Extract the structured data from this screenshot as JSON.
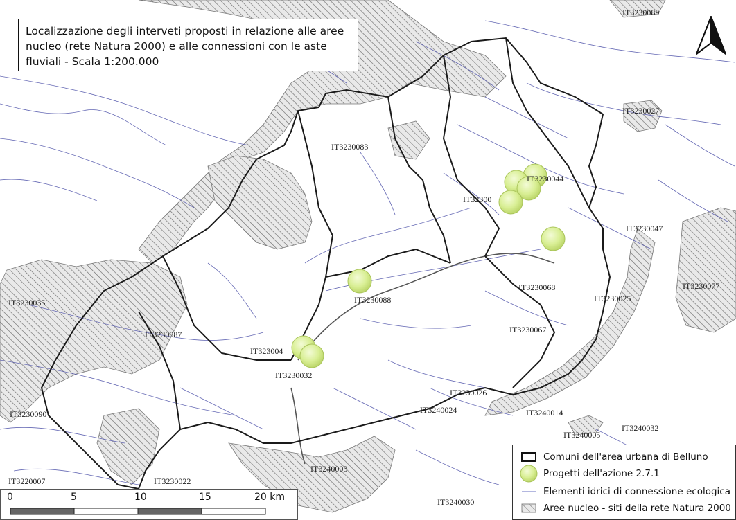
{
  "map": {
    "title": "Localizzazione degli interveti proposti in relazione alle aree nucleo (rete Natura 2000) e alle connessioni con le aste fluviali - Scala 1:200.000"
  },
  "site_labels": [
    "IT3230089",
    "IT3230027",
    "IT3230083",
    "IT3230044",
    "IT32300",
    "IT3230047",
    "IT3230077",
    "IT3230035",
    "IT3230088",
    "IT3230068",
    "IT3230025",
    "IT3230087",
    "IT3230067",
    "IT323004",
    "IT3230032",
    "IT3230026",
    "IT3240024",
    "IT3240014",
    "IT3230090",
    "IT3240005",
    "IT3240032",
    "IT3240003",
    "IT3220007",
    "IT3230022",
    "IT3240030"
  ],
  "legend": {
    "comuni": "Comuni dell'area urbana di Belluno",
    "progetti": "Progetti dell'azione 2.7.1",
    "elementi": "Elementi idrici di connessione ecologica",
    "aree": "Aree nucleo - siti della rete Natura 2000"
  },
  "scalebar": {
    "ticks": [
      "0",
      "5",
      "10",
      "15",
      "20 km"
    ]
  },
  "colors": {
    "river": "#4b4fa8",
    "project_fill": "#d7ee8e",
    "hatch": "#6b6b6b",
    "boundary": "#1a1a1a"
  },
  "icons": {
    "north_arrow": "north-arrow-icon"
  }
}
